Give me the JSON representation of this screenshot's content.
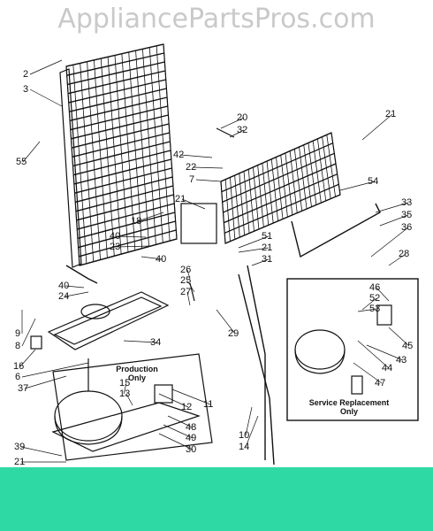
{
  "watermark": "AppliancePartsPros.com",
  "inset_labels": {
    "production_line1": "Production",
    "production_line2": "Only",
    "service_line1": "Service Replacement",
    "service_line2": "Only"
  },
  "callouts": [
    "2",
    "3",
    "55",
    "20",
    "32",
    "42",
    "22",
    "7",
    "21",
    "21",
    "54",
    "33",
    "35",
    "36",
    "18",
    "40",
    "23",
    "40",
    "51",
    "21",
    "31",
    "28",
    "46",
    "52",
    "53",
    "45",
    "43",
    "44",
    "47",
    "40",
    "8",
    "24",
    "26",
    "25",
    "27",
    "29",
    "9",
    "34",
    "16",
    "6",
    "37",
    "15",
    "13",
    "12",
    "11",
    "48",
    "49",
    "30",
    "10",
    "14",
    "39",
    "21"
  ],
  "colors": {
    "line": "#111111",
    "band": "#2fd9a3",
    "watermark": "#c9c9c9"
  }
}
